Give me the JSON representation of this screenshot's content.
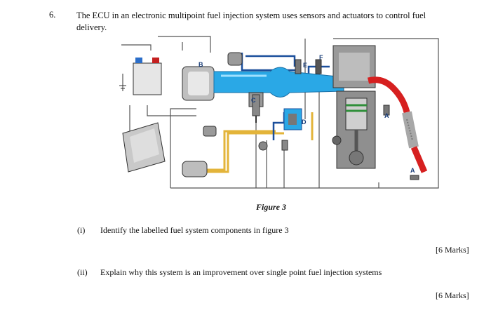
{
  "question": {
    "number": "6.",
    "text": "The ECU in an electronic multipoint fuel injection system uses sensors and actuators to control fuel delivery."
  },
  "figure": {
    "caption": "Figure 3",
    "labels": [
      "A",
      "A",
      "B",
      "C",
      "D",
      "E",
      "F"
    ]
  },
  "parts": [
    {
      "label": "(i)",
      "text": "Identify the labelled fuel system components in figure 3",
      "marks": "[6 Marks]"
    },
    {
      "label": "(ii)",
      "text": "Explain why this system is an improvement over single point fuel injection systems",
      "marks": "[6 Marks]"
    }
  ],
  "colors": {
    "intake_blue": "#2aa8e6",
    "fuel_line_dark_blue": "#1b4f9c",
    "fuel_yellow": "#e3b43a",
    "exhaust_red": "#d62020",
    "wire_grey": "#555555"
  }
}
